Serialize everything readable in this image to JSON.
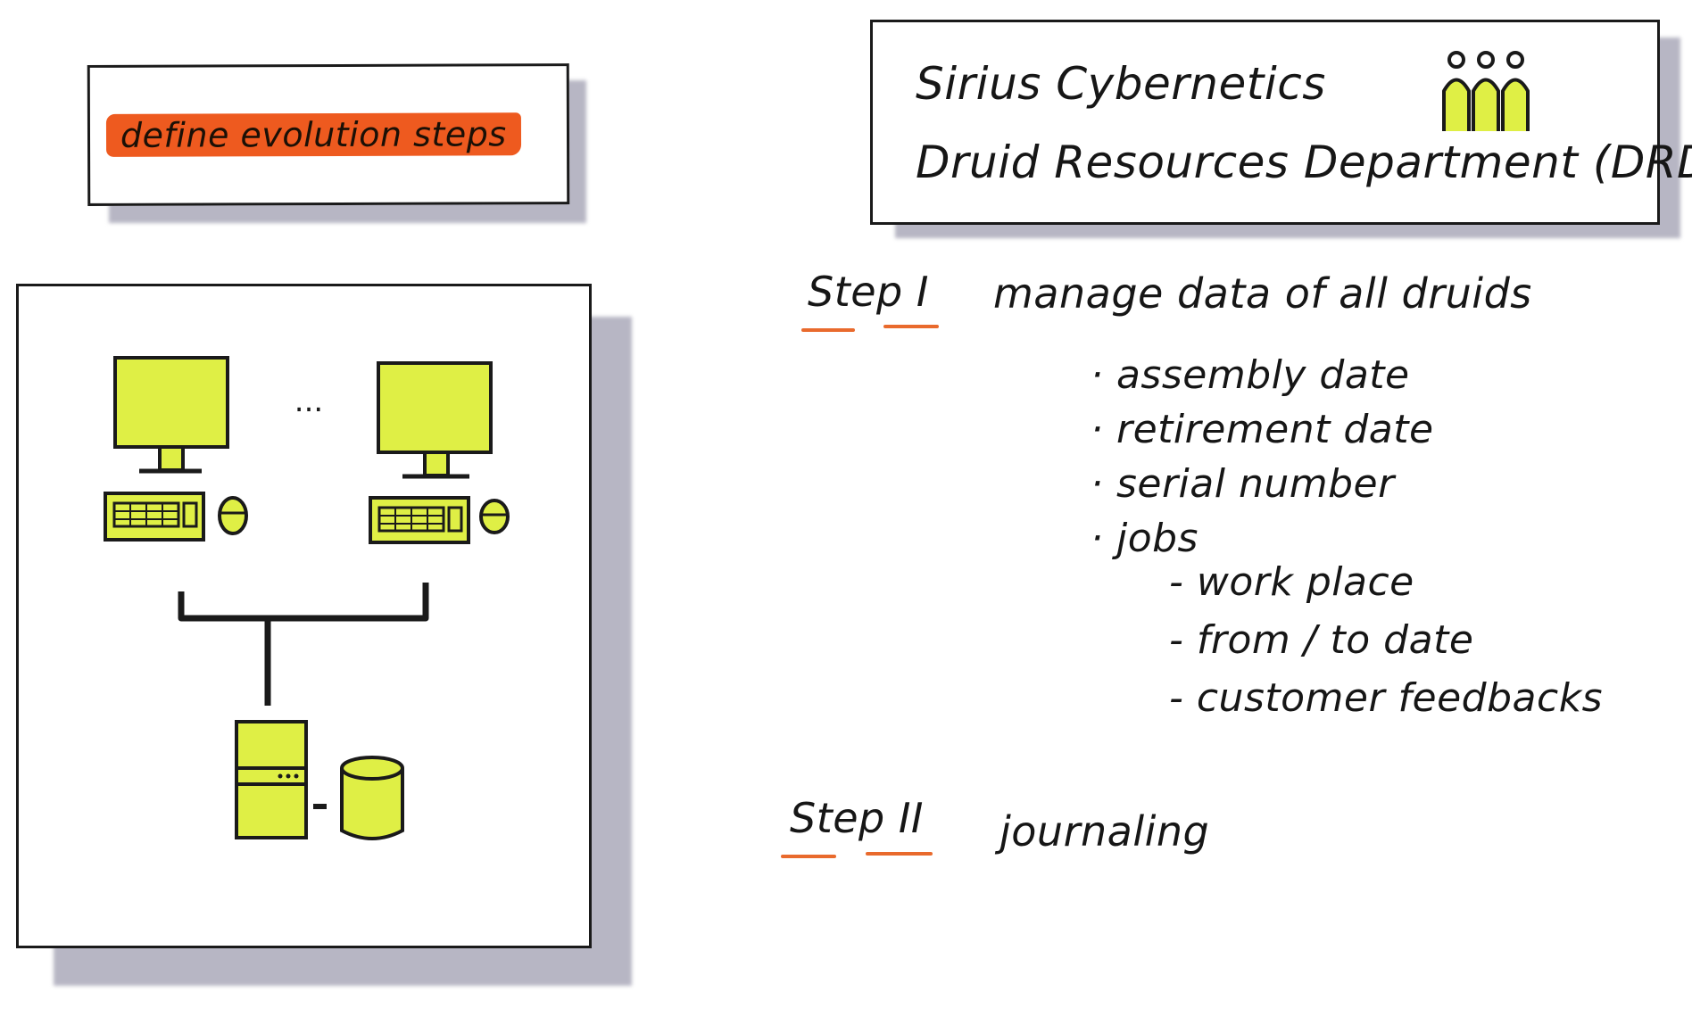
{
  "title": {
    "text": "define evolution steps",
    "highlight_color": "#ee5a1f"
  },
  "company": {
    "name": "Sirius Cybernetics",
    "department": "Druid Resources Department (DRD)",
    "icon": "people-icon"
  },
  "diagram": {
    "ellipsis": "...",
    "workstations": [
      "workstation-left",
      "workstation-right"
    ],
    "server": "server",
    "database": "database",
    "fill_color": "#dfef45"
  },
  "steps": [
    {
      "label": "Step I",
      "text": "manage data of all druids",
      "bullets": [
        "· assembly date",
        "· retirement date",
        "· serial number",
        "· jobs"
      ],
      "sub_bullets": [
        "- work place",
        "- from / to date",
        "- customer feedbacks"
      ]
    },
    {
      "label": "Step II",
      "text": "journaling"
    }
  ],
  "accent_color": "#e96a2d"
}
